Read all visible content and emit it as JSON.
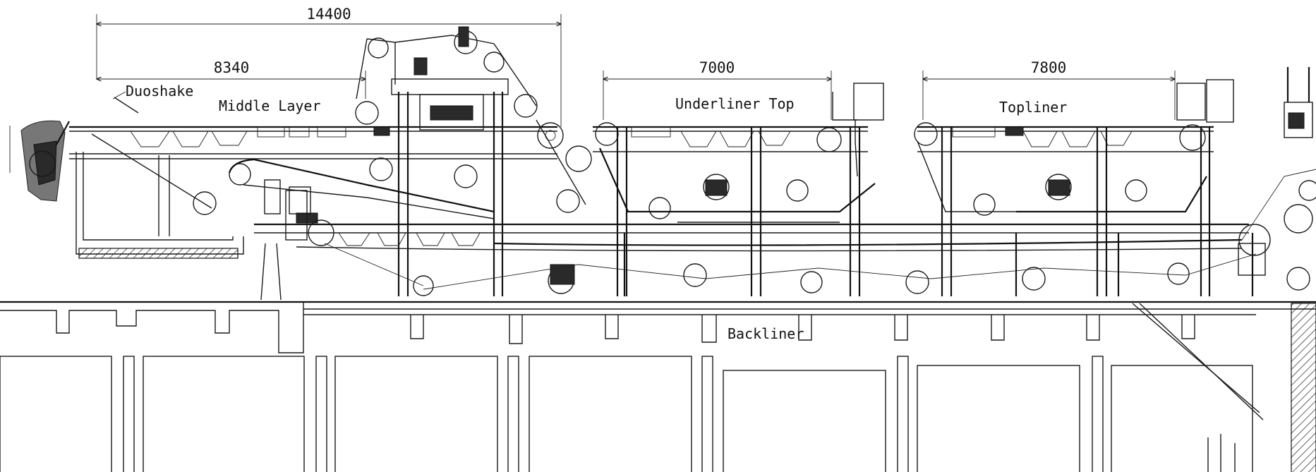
{
  "dimensions": {
    "overall": "14400",
    "middle": "8340",
    "underliner": "7000",
    "topliner": "7800"
  },
  "labels": {
    "duoshake": "Duoshake",
    "middle_layer": "Middle Layer",
    "underliner_top": "Underliner Top",
    "topliner": "Topliner",
    "backliner": "Backliner"
  }
}
